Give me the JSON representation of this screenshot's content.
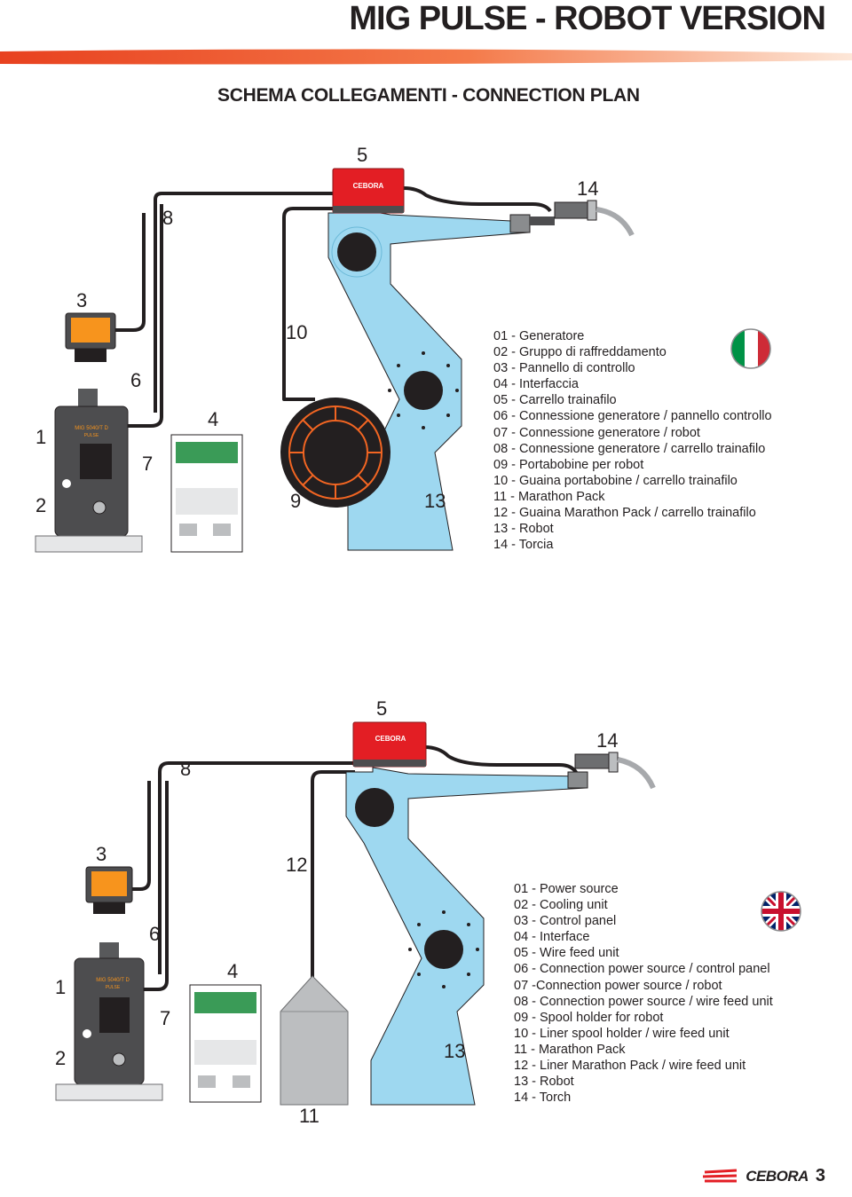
{
  "page": {
    "title": "MIG PULSE - ROBOT VERSION",
    "subtitle": "SCHEMA COLLEGAMENTI - CONNECTION PLAN",
    "page_number": "3",
    "brand": "CEBORA"
  },
  "diagram_it": {
    "labels": {
      "n1": "1",
      "n2": "2",
      "n3": "3",
      "n4": "4",
      "n5": "5",
      "n6": "6",
      "n7": "7",
      "n8": "8",
      "n9": "9",
      "n10": "10",
      "n13": "13",
      "n14": "14"
    },
    "device_text": {
      "unit_model": "MIG 5040/T D",
      "unit_sub": "PULSE",
      "feeder_brand": "CEBORA"
    },
    "flag": "italy-flag-icon",
    "legend": [
      "01 - Generatore",
      "02 - Gruppo di raffreddamento",
      "03 - Pannello di controllo",
      "04 - Interfaccia",
      "05 - Carrello trainafilo",
      "06 - Connessione generatore / pannello controllo",
      "07 - Connessione generatore / robot",
      "08 - Connessione generatore / carrello trainafilo",
      "09 - Portabobine per robot",
      "10 - Guaina portabobine / carrello trainafilo",
      "11 - Marathon Pack",
      "12 - Guaina Marathon Pack / carrello trainafilo",
      "13 - Robot",
      "14 - Torcia"
    ]
  },
  "diagram_en": {
    "labels": {
      "n1": "1",
      "n2": "2",
      "n3": "3",
      "n4": "4",
      "n5": "5",
      "n6": "6",
      "n7": "7",
      "n8": "8",
      "n11": "11",
      "n12": "12",
      "n13": "13",
      "n14": "14"
    },
    "device_text": {
      "unit_model": "MIG 5040/T D",
      "unit_sub": "PULSE",
      "feeder_brand": "CEBORA"
    },
    "flag": "uk-flag-icon",
    "legend": [
      "01 - Power source",
      "02 - Cooling unit",
      "03 - Control panel",
      "04 - Interface",
      "05 - Wire feed unit",
      "06 - Connection power source / control panel",
      "07 -Connection power source / robot",
      "08 - Connection power source / wire feed unit",
      "09 - Spool holder for robot",
      "10 - Liner spool holder / wire feed unit",
      "11 - Marathon Pack",
      "12 - Liner Marathon Pack / wire feed unit",
      "13 - Robot",
      "14 - Torch"
    ]
  },
  "colors": {
    "robot": "#9ed8f0",
    "feeder": "#e31e24",
    "spool_ring": "#f26522",
    "cable": "#231f20",
    "stripe_start": "#e8411f",
    "stripe_end": "#fde0cc"
  }
}
